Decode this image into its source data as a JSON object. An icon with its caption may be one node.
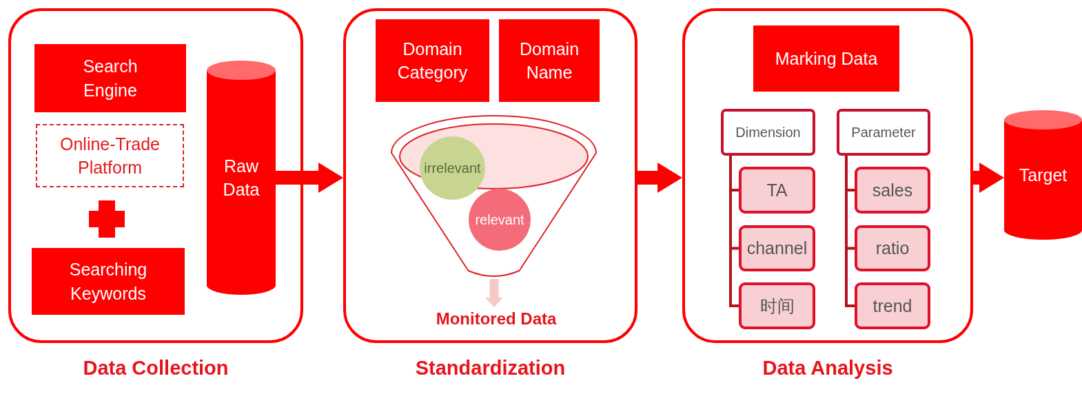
{
  "diagram": {
    "nodes": [
      {
        "text": [
          "Data Collection"
        ]
      },
      {
        "text": [
          "Search Engine"
        ],
        "in": 0
      },
      {
        "text": [
          "Online-Trade Platform"
        ],
        "in": 0
      },
      {
        "text": [
          "Searching Keywords"
        ],
        "in": 0
      },
      {
        "text": [
          "Raw Data"
        ],
        "in": 0
      },
      {
        "text": [
          "Standardization"
        ]
      },
      {
        "text": [
          "Domain Category"
        ],
        "in": 5
      },
      {
        "text": [
          "Domain Name"
        ],
        "in": 5
      },
      {
        "text": [],
        "shape": "funnel",
        "in": 5
      },
      {
        "text": [
          "irrelevant"
        ],
        "in": 8
      },
      {
        "text": [
          "relevant"
        ],
        "in": 8
      },
      {
        "text": [
          "Monitored Data"
        ],
        "in": 5
      },
      {
        "text": [
          "Data Analysis"
        ]
      },
      {
        "text": [
          "Marking Data"
        ],
        "in": 12
      },
      {
        "text": [
          "Dimension"
        ],
        "in": 12
      },
      {
        "text": [
          "TA"
        ],
        "in": 12
      },
      {
        "text": [
          "channel"
        ],
        "in": 12
      },
      {
        "text": [
          "时间"
        ],
        "in": 12
      },
      {
        "text": [
          "Parameter"
        ],
        "in": 12
      },
      {
        "text": [
          "sales"
        ],
        "in": 12
      },
      {
        "text": [
          "ratio"
        ],
        "in": 12
      },
      {
        "text": [
          "trend"
        ],
        "in": 12
      },
      {
        "text": [
          "Target"
        ]
      }
    ],
    "edges": [
      {
        "from": 4,
        "to": 5,
        "arrow": "to",
        "style": "thick"
      },
      {
        "from": 5,
        "to": 12,
        "arrow": "to",
        "style": "thick"
      },
      {
        "from": 12,
        "to": 22,
        "arrow": "to",
        "style": "thick"
      },
      {
        "from": 8,
        "to": 11,
        "arrow": "to",
        "style": "thick",
        "color": "#f8c8c8"
      },
      {
        "from": 14,
        "to": 15,
        "arrow": "none",
        "color": "#b5121b"
      },
      {
        "from": 14,
        "to": 16,
        "arrow": "none",
        "color": "#b5121b"
      },
      {
        "from": 14,
        "to": 17,
        "arrow": "none",
        "color": "#b5121b"
      },
      {
        "from": 18,
        "to": 19,
        "arrow": "none",
        "color": "#b5121b"
      },
      {
        "from": 18,
        "to": 20,
        "arrow": "none",
        "color": "#b5121b"
      },
      {
        "from": 18,
        "to": 21,
        "arrow": "none",
        "color": "#b5121b"
      }
    ]
  }
}
